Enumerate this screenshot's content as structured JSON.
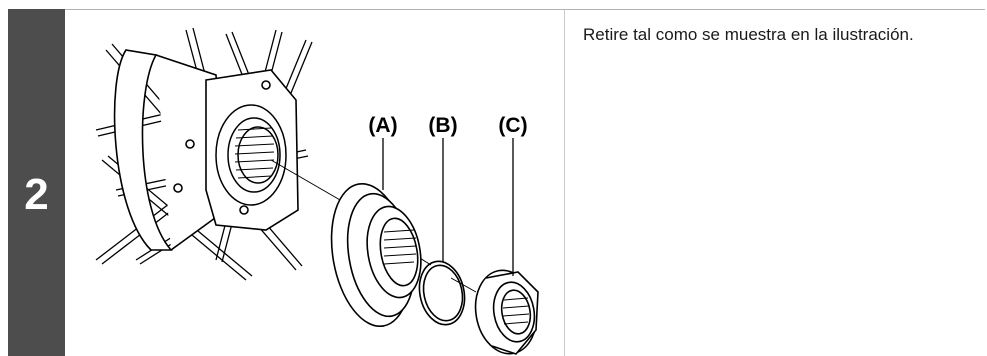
{
  "step": {
    "number": "2"
  },
  "figure": {
    "callouts": {
      "a": "(A)",
      "b": "(B)",
      "c": "(C)"
    }
  },
  "instruction": {
    "text": "Retire tal como se muestra en la ilustración."
  },
  "colors": {
    "step_bar": "#4d4d4d",
    "step_number": "#ffffff",
    "frame_line": "#b3b3b3"
  }
}
